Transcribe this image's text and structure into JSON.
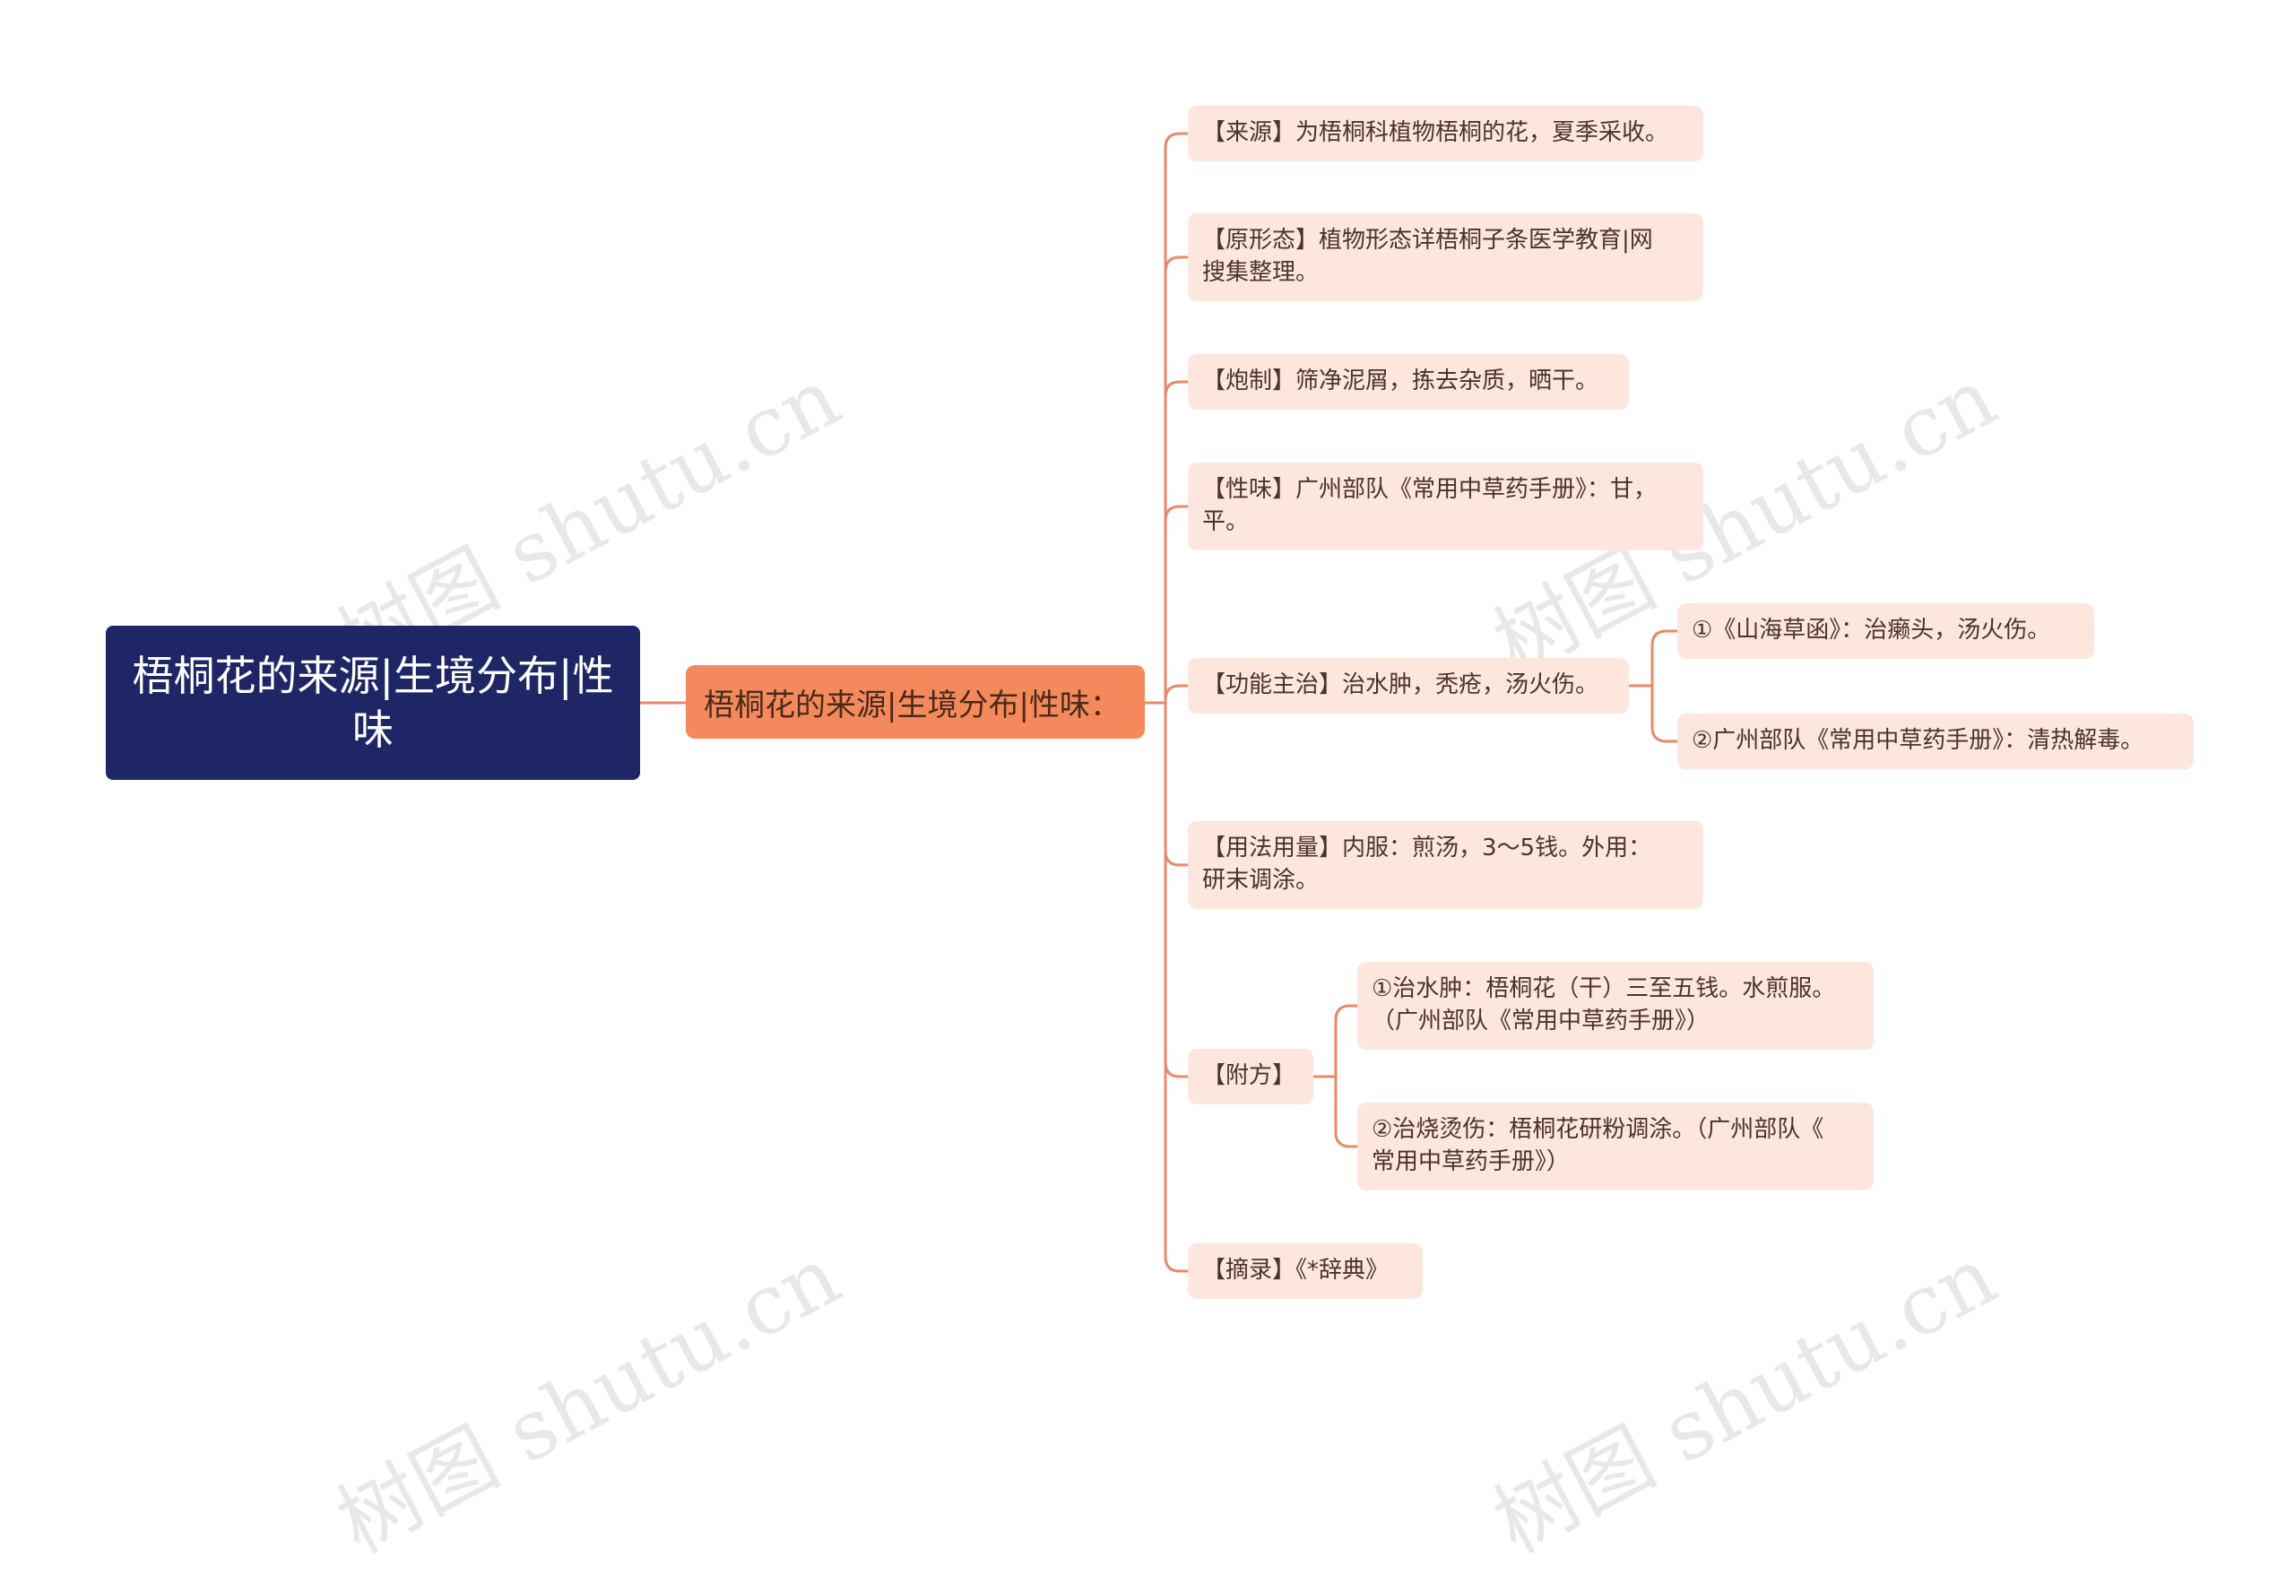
{
  "root": {
    "label": "梧桐花的来源|生境分布|性味"
  },
  "branch": {
    "label": "梧桐花的来源|生境分布|性味："
  },
  "items": [
    {
      "label": "【来源】为梧桐科植物梧桐的花，夏季采收。"
    },
    {
      "label": "【原形态】植物形态详梧桐子条医学教育|网\n搜集整理。"
    },
    {
      "label": "【炮制】筛净泥屑，拣去杂质，晒干。"
    },
    {
      "label": "【性味】广州部队《常用中草药手册》：甘，\n平。"
    },
    {
      "label": "【功能主治】治水肿，秃疮，汤火伤。",
      "children": [
        {
          "label": "①《山海草函》：治癞头，汤火伤。"
        },
        {
          "label": "②广州部队《常用中草药手册》：清热解毒。"
        }
      ]
    },
    {
      "label": "【用法用量】内服：煎汤，3～5钱。外用：\n研末调涂。"
    },
    {
      "label": "【附方】",
      "children": [
        {
          "label": "①治水肿：梧桐花（干）三至五钱。水煎服。\n（广州部队《常用中草药手册》）"
        },
        {
          "label": "②治烧烫伤：梧桐花研粉调涂。（广州部队《\n常用中草药手册》）"
        }
      ]
    },
    {
      "label": "【摘录】《*辞典》"
    }
  ],
  "watermark": {
    "text": "树图 shutu.cn"
  },
  "colors": {
    "root_bg": "#1f2666",
    "branch_bg": "#f48a5c",
    "leaf_bg": "#fde6dd",
    "connector": "#e8896a"
  }
}
